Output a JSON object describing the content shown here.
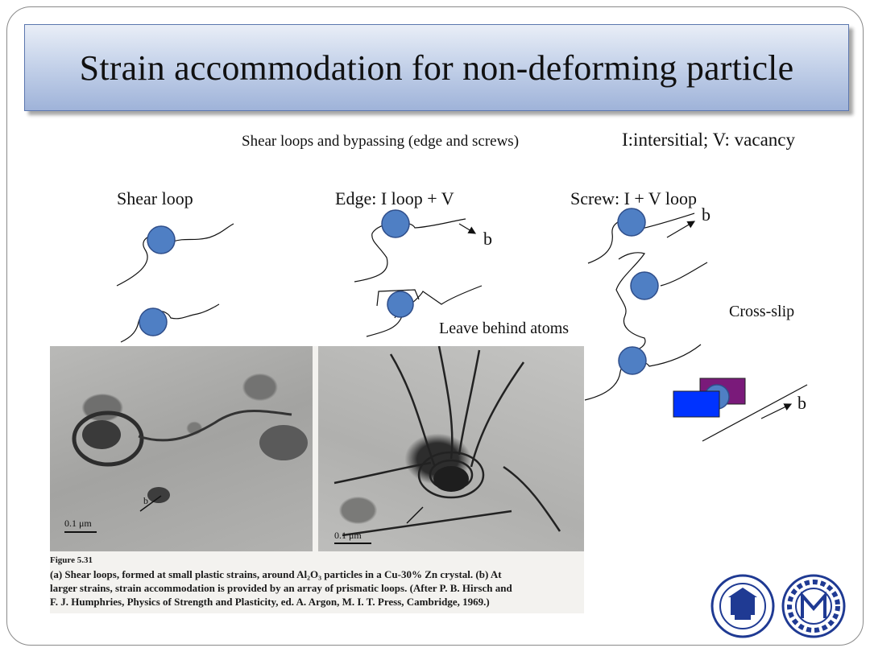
{
  "slide": {
    "title": "Strain accommodation for non-deforming particle",
    "subtitle": "Shear loops and bypassing (edge and screws)",
    "legend": "I:intersitial; V: vacancy"
  },
  "diagrams": {
    "shear_label": "Shear loop",
    "edge_label": "Edge: I loop + V",
    "screw_label": "Screw: I + V loop",
    "b_edge": "b",
    "b_screw": "b",
    "b_crossslip": "b",
    "leave_behind": "Leave behind atoms",
    "cross_slip": "Cross-slip"
  },
  "figure": {
    "scale_a": "0.1 μm",
    "scale_b": "0.1 μm",
    "label_b": "b",
    "figure_number": "Figure 5.31",
    "caption_line1": "(a) Shear loops, formed at small plastic strains, around Al₂O₃ particles in a Cu-30% Zn crystal. (b) At",
    "caption_line2": "larger strains, strain accommodation is provided by an array of prismatic loops. (After P. B. Hirsch and",
    "caption_line3": "F. J. Humphries, Physics of Strength and Plasticity, ed. A. Argon, M. I. T. Press, Cambridge, 1969.)"
  },
  "colors": {
    "particle_fill": "#4f7fc4",
    "block_blue": "#0033ff",
    "block_purple": "#7a1a7a",
    "logo_blue": "#1f3a93"
  }
}
